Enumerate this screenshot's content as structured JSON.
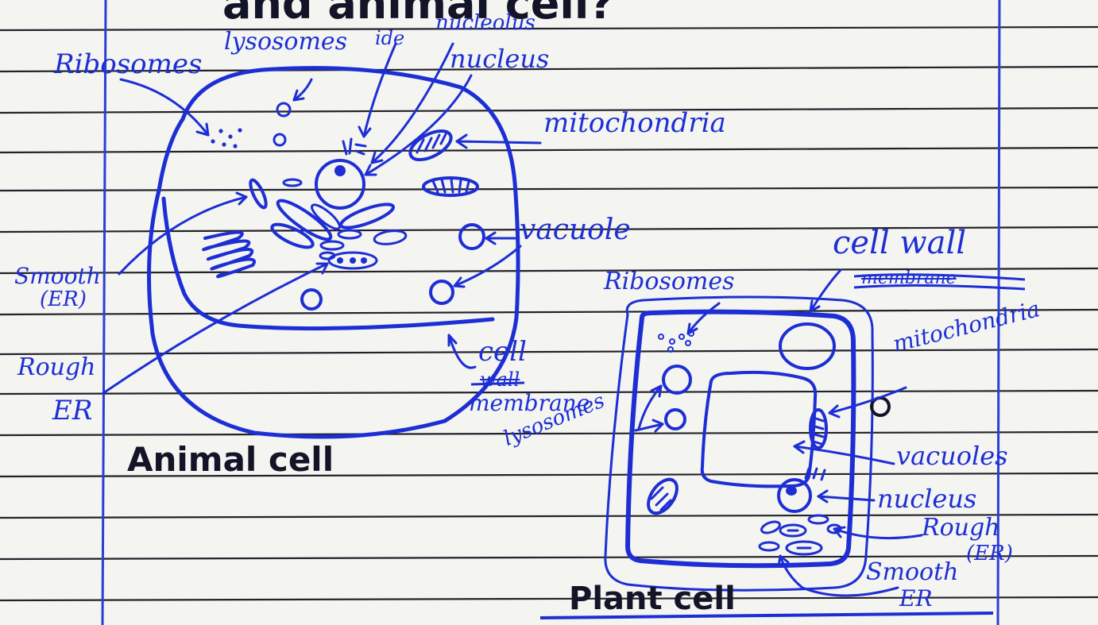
{
  "title_fragment": "and animal cell?",
  "animal_cell": {
    "caption": "Animal cell",
    "labels": {
      "ribosomes": "Ribosomes",
      "lysosomes": "lysosomes",
      "nucleolus_scribble": "ide",
      "nucleolus": "nucleolus",
      "nucleus": "nucleus",
      "mitochondria": "mitochondria",
      "vacuole": "vacuole",
      "smooth": "Smooth",
      "smooth_er": "(ER)",
      "rough": "Rough",
      "rough_er": "ER",
      "cell": "cell",
      "wall_struck": "wall",
      "membrane": "membrane"
    }
  },
  "plant_cell": {
    "caption": "Plant cell",
    "labels": {
      "cell_wall": "cell wall",
      "membrane_struck": "membrane",
      "ribosomes": "Ribosomes",
      "mitochondria": "mitochondria",
      "lysosomes": "lysosomes",
      "vacuoles": "vacuoles",
      "nucleus": "nucleus",
      "rough": "Rough",
      "rough_er": "(ER)",
      "smooth": "Smooth",
      "smooth_er": "ER"
    }
  },
  "colors": {
    "ink": "#1d2fd4",
    "pencil": "#141428",
    "rule": "#22222a",
    "margin": "#2a3fd6",
    "paper": "#f4f4f1"
  }
}
